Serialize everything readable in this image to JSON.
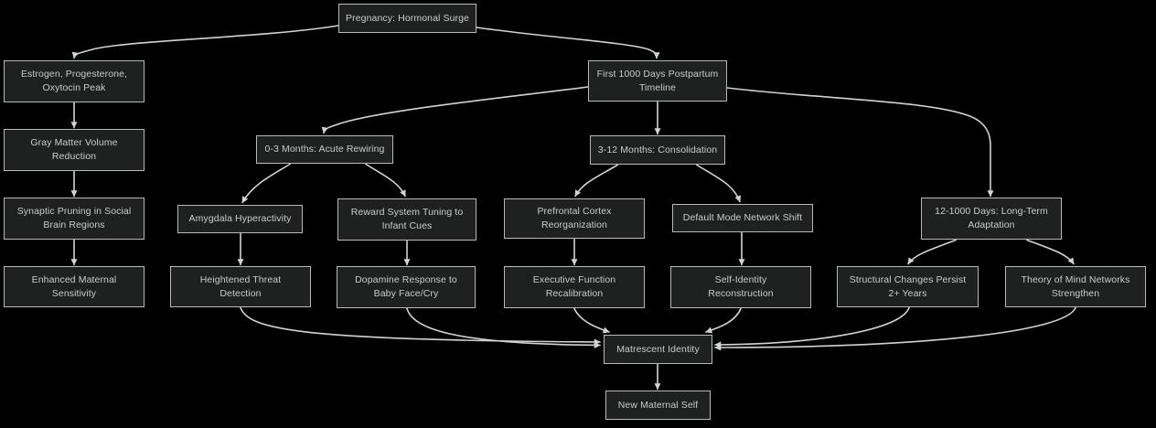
{
  "diagram": {
    "type": "flowchart",
    "direction": "top-down",
    "colors": {
      "background": "#000000",
      "node_fill": "#1f2020",
      "node_border": "#b9b9b9",
      "node_text": "#cccccc",
      "edge_line": "#d3d3d3"
    },
    "nodes": [
      {
        "id": "pregnancy",
        "label": "Pregnancy: Hormonal Surge"
      },
      {
        "id": "estrogen",
        "label": "Estrogen, Progesterone,\nOxytocin Peak"
      },
      {
        "id": "first1000",
        "label": "First 1000 Days Postpartum\nTimeline"
      },
      {
        "id": "grayMatter",
        "label": "Gray Matter Volume\nReduction"
      },
      {
        "id": "synaptic",
        "label": "Synaptic Pruning in Social\nBrain Regions"
      },
      {
        "id": "enhanced",
        "label": "Enhanced Maternal\nSensitivity"
      },
      {
        "id": "acute",
        "label": "0-3 Months: Acute Rewiring"
      },
      {
        "id": "amygdala",
        "label": "Amygdala Hyperactivity"
      },
      {
        "id": "reward",
        "label": "Reward System Tuning to\nInfant Cues"
      },
      {
        "id": "threat",
        "label": "Heightened Threat\nDetection"
      },
      {
        "id": "dopamine",
        "label": "Dopamine Response to\nBaby Face/Cry"
      },
      {
        "id": "consolidation",
        "label": "3-12 Months: Consolidation"
      },
      {
        "id": "prefrontal",
        "label": "Prefrontal Cortex\nReorganization"
      },
      {
        "id": "dmn",
        "label": "Default Mode Network Shift"
      },
      {
        "id": "executive",
        "label": "Executive Function\nRecalibration"
      },
      {
        "id": "selfIdentity",
        "label": "Self-Identity\nReconstruction"
      },
      {
        "id": "longTerm",
        "label": "12-1000 Days: Long-Term\nAdaptation"
      },
      {
        "id": "structural",
        "label": "Structural Changes Persist\n2+ Years"
      },
      {
        "id": "theory",
        "label": "Theory of Mind Networks\nStrengthen"
      },
      {
        "id": "matrescent",
        "label": "Matrescent Identity"
      },
      {
        "id": "newSelf",
        "label": "New Maternal Self"
      }
    ],
    "edges": [
      {
        "from": "pregnancy",
        "to": "estrogen"
      },
      {
        "from": "pregnancy",
        "to": "first1000"
      },
      {
        "from": "estrogen",
        "to": "grayMatter"
      },
      {
        "from": "grayMatter",
        "to": "synaptic"
      },
      {
        "from": "synaptic",
        "to": "enhanced"
      },
      {
        "from": "first1000",
        "to": "acute"
      },
      {
        "from": "first1000",
        "to": "consolidation"
      },
      {
        "from": "first1000",
        "to": "longTerm"
      },
      {
        "from": "acute",
        "to": "amygdala"
      },
      {
        "from": "acute",
        "to": "reward"
      },
      {
        "from": "amygdala",
        "to": "threat"
      },
      {
        "from": "reward",
        "to": "dopamine"
      },
      {
        "from": "consolidation",
        "to": "prefrontal"
      },
      {
        "from": "consolidation",
        "to": "dmn"
      },
      {
        "from": "prefrontal",
        "to": "executive"
      },
      {
        "from": "dmn",
        "to": "selfIdentity"
      },
      {
        "from": "longTerm",
        "to": "structural"
      },
      {
        "from": "longTerm",
        "to": "theory"
      },
      {
        "from": "threat",
        "to": "matrescent"
      },
      {
        "from": "dopamine",
        "to": "matrescent"
      },
      {
        "from": "executive",
        "to": "matrescent"
      },
      {
        "from": "selfIdentity",
        "to": "matrescent"
      },
      {
        "from": "structural",
        "to": "matrescent"
      },
      {
        "from": "theory",
        "to": "matrescent"
      },
      {
        "from": "matrescent",
        "to": "newSelf"
      }
    ]
  }
}
